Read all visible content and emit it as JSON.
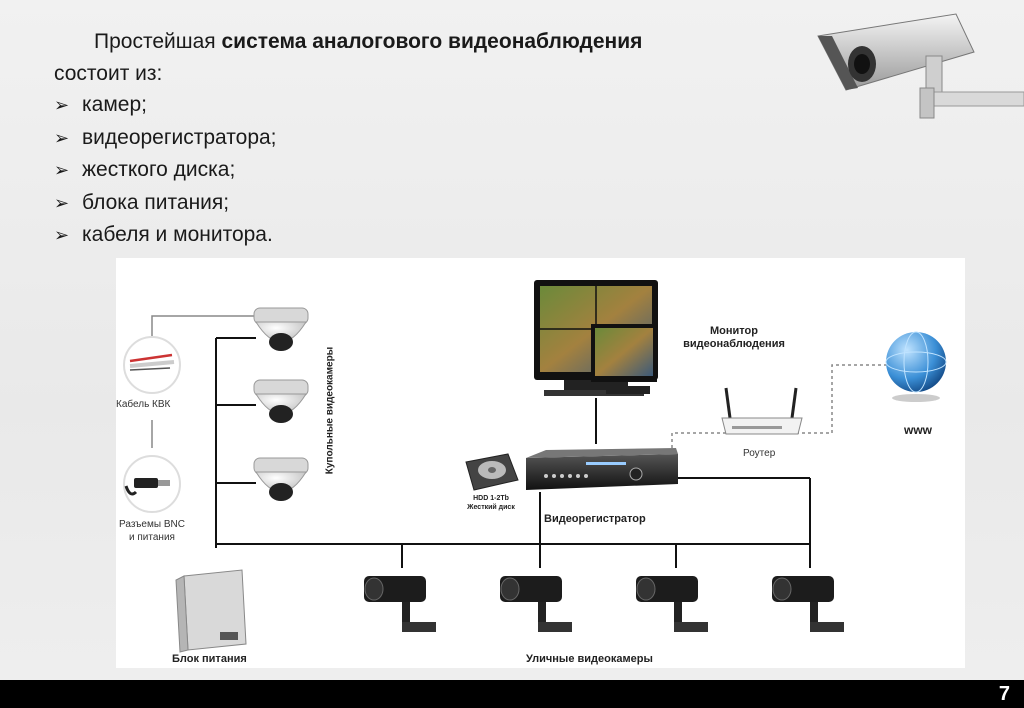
{
  "intro": {
    "prefix": "Простейшая ",
    "emphasis": "система аналогового видеонаблюдения",
    "suffix": "состоит из:"
  },
  "bullet_marker": "➢",
  "bullets": [
    "камер;",
    "видеорегистратора;",
    "жесткого диска;",
    "блока питания;",
    "кабеля и монитора."
  ],
  "diagram": {
    "cable_label": "Кабель КВК",
    "connectors_label_line1": "Разъемы BNC",
    "connectors_label_line2": "и питания",
    "dome_cameras_label": "Купольные видеокамеры",
    "monitor_label_line1": "Монитор",
    "monitor_label_line2": "видеонаблюдения",
    "router_label": "Роутер",
    "www_label": "www",
    "hdd_label_line1": "HDD 1-2Tb",
    "hdd_label_line2": "Жесткий диск",
    "dvr_label": "Видеорегистратор",
    "power_label": "Блок питания",
    "street_cameras_label": "Уличные видеокамеры"
  },
  "page_number": "7"
}
